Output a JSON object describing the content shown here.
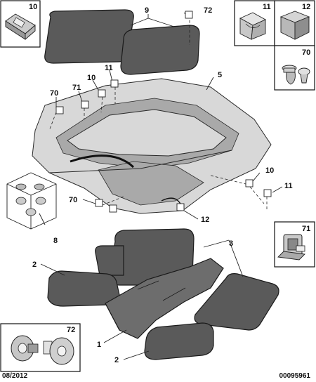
{
  "callouts": {
    "c1": "1",
    "c2a": "2",
    "c2b": "2",
    "c3": "3",
    "c5": "5",
    "c8": "8",
    "c9": "9",
    "c10a": "10",
    "c10b": "10",
    "c11a": "11",
    "c11b": "11",
    "c12": "12",
    "c70": "70",
    "c70b": "70",
    "c71": "71",
    "c72": "72"
  },
  "boxes": {
    "b10": "10",
    "b11": "11",
    "b12": "12",
    "b70": "70",
    "b71": "71",
    "b72": "72"
  },
  "footer": {
    "date": "08/2012",
    "ref": "00095961"
  }
}
